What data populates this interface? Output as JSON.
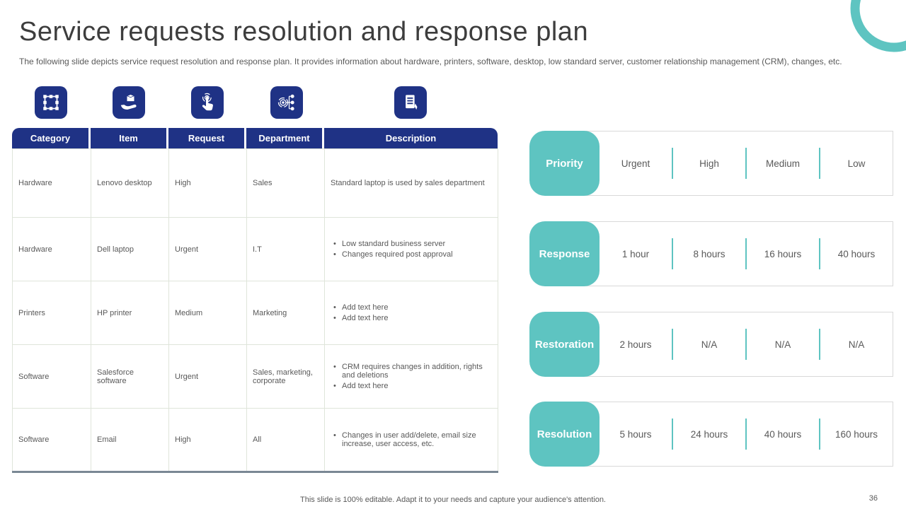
{
  "slide": {
    "title": "Service requests resolution and response plan",
    "subtitle": "The following slide depicts service request resolution and response plan. It provides information about hardware, printers, software, desktop, low standard server, customer relationship management (CRM), changes, etc.",
    "footer": "This slide is 100% editable. Adapt it to your needs and capture your audience's attention.",
    "page_number": "36"
  },
  "colors": {
    "navy": "#1F3285",
    "teal": "#5EC4C1",
    "text_gray": "#595959"
  },
  "icons": [
    "frame-nodes-icon",
    "hand-holding-box-icon",
    "touch-gesture-icon",
    "target-hierarchy-icon",
    "document-pen-icon"
  ],
  "table": {
    "headers": [
      "Category",
      "Item",
      "Request",
      "Department",
      "Description"
    ],
    "rows": [
      {
        "category": "Hardware",
        "item": "Lenovo desktop",
        "request": "High",
        "department": "Sales",
        "description": [
          "Standard laptop is used by sales department"
        ]
      },
      {
        "category": "Hardware",
        "item": "Dell laptop",
        "request": "Urgent",
        "department": "I.T",
        "description": [
          "Low standard business server",
          "Changes required post approval"
        ]
      },
      {
        "category": "Printers",
        "item": "HP printer",
        "request": "Medium",
        "department": "Marketing",
        "description": [
          "Add text here",
          "Add text here"
        ]
      },
      {
        "category": "Software",
        "item": "Salesforce software",
        "request": "Urgent",
        "department": "Sales, marketing, corporate",
        "description": [
          "CRM requires changes in addition, rights and deletions",
          "Add text here"
        ]
      },
      {
        "category": "Software",
        "item": "Email",
        "request": "High",
        "department": "All",
        "description": [
          "Changes in user add/delete, email size increase, user access, etc."
        ]
      }
    ]
  },
  "sla": {
    "rows": [
      {
        "label": "Priority",
        "values": [
          "Urgent",
          "High",
          "Medium",
          "Low"
        ]
      },
      {
        "label": "Response",
        "values": [
          "1 hour",
          "8 hours",
          "16 hours",
          "40 hours"
        ]
      },
      {
        "label": "Restoration",
        "values": [
          "2 hours",
          "N/A",
          "N/A",
          "N/A"
        ]
      },
      {
        "label": "Resolution",
        "values": [
          "5 hours",
          "24 hours",
          "40 hours",
          "160 hours"
        ]
      }
    ]
  }
}
